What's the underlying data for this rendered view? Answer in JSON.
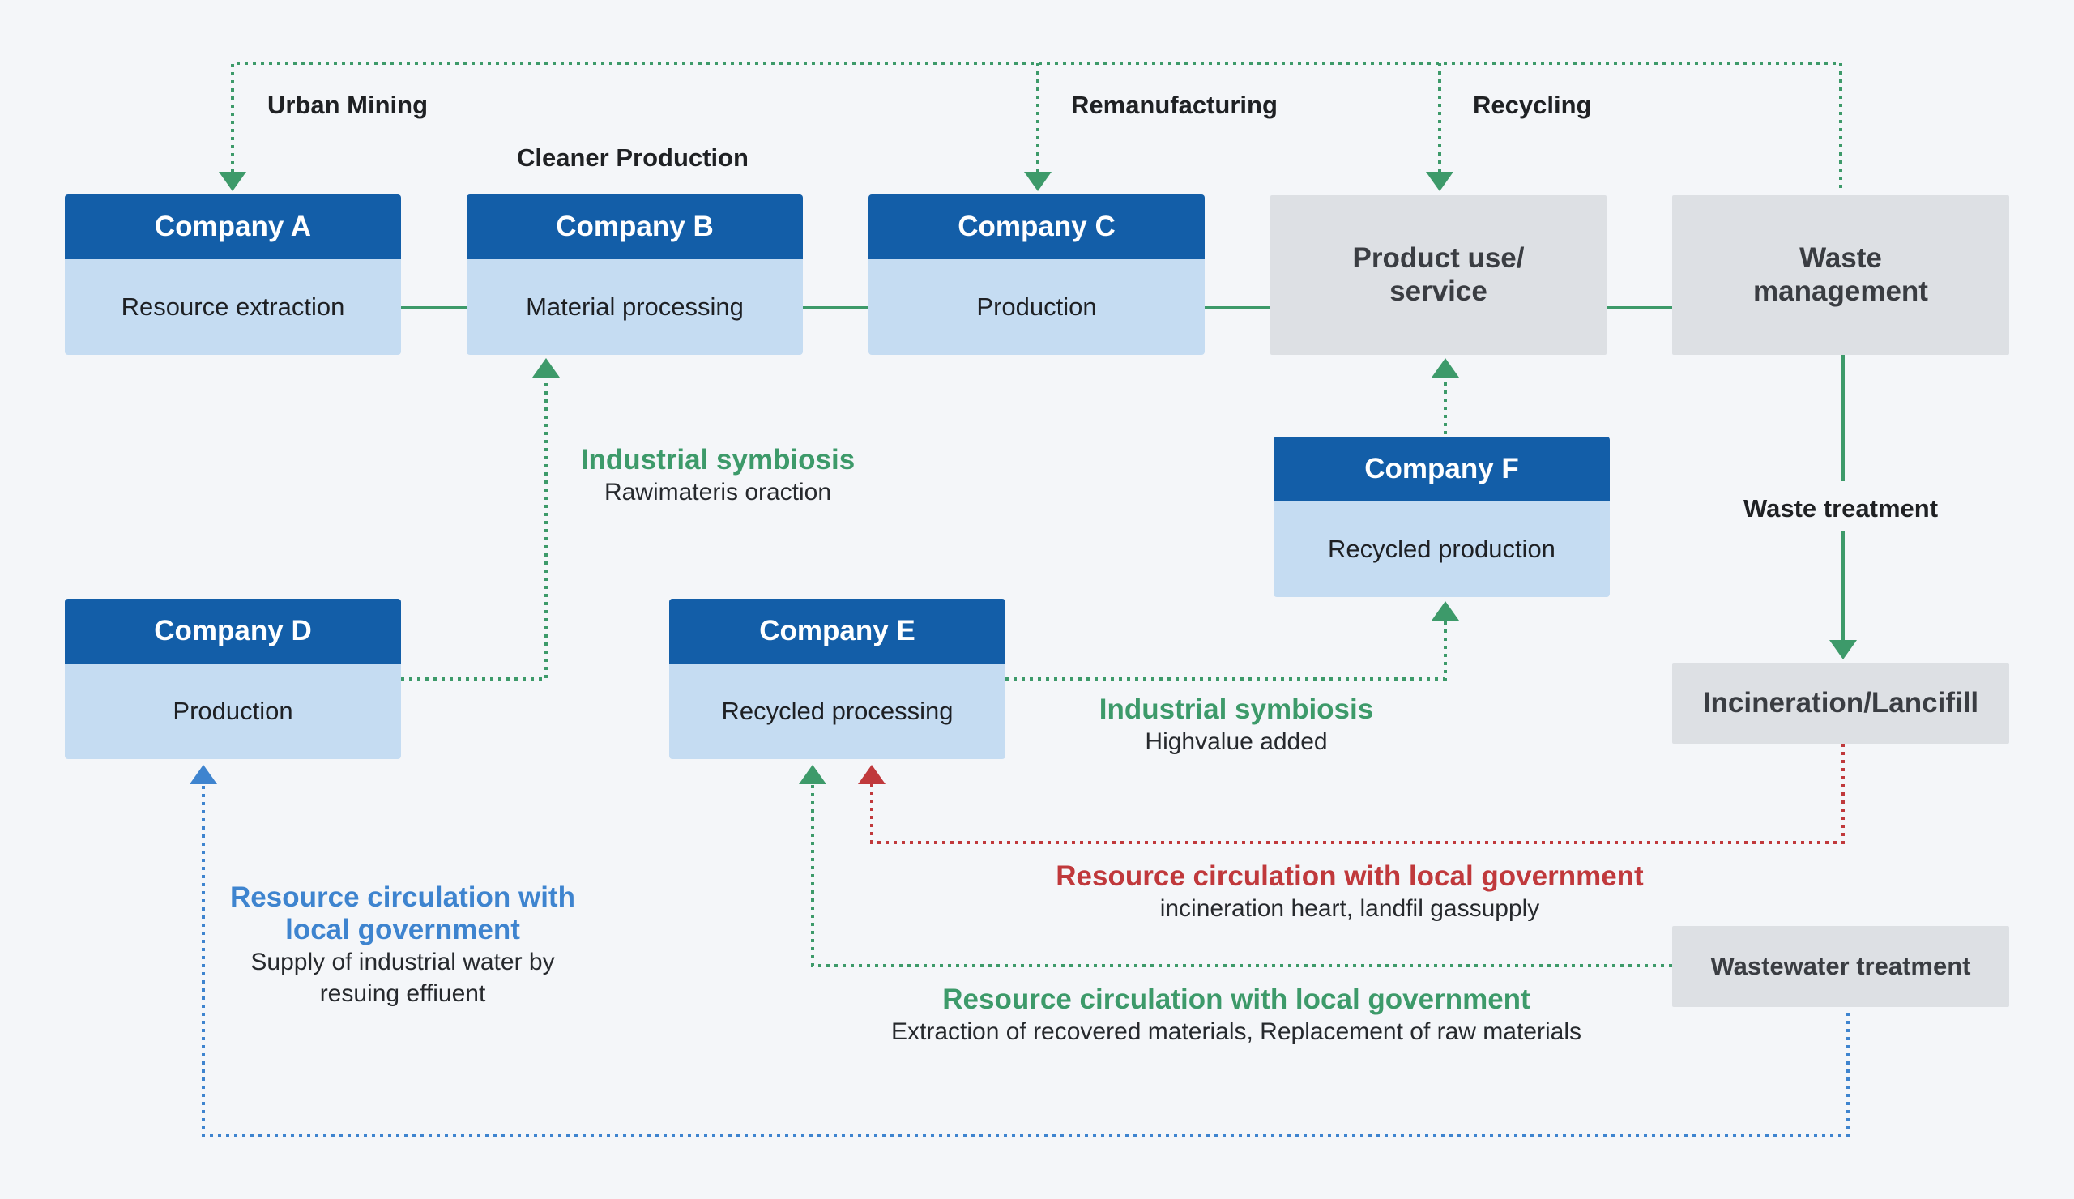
{
  "companies": {
    "a": {
      "name": "Company A",
      "role": "Resource extraction"
    },
    "b": {
      "name": "Company B",
      "role": "Material processing"
    },
    "c": {
      "name": "Company C",
      "role": "Production"
    },
    "d": {
      "name": "Company D",
      "role": "Production"
    },
    "e": {
      "name": "Company E",
      "role": "Recycled processing"
    },
    "f": {
      "name": "Company F",
      "role": "Recycled production"
    }
  },
  "stages": {
    "product_use": "Product use/\nservice",
    "waste_management": "Waste\nmanagement",
    "incineration": "Incineration/Lancifill",
    "wastewater": "Wastewater treatment"
  },
  "flow_labels": {
    "urban_mining": "Urban Mining",
    "cleaner_production": "Cleaner Production",
    "remanufacturing": "Remanufacturing",
    "recycling": "Recycling",
    "waste_treatment": "Waste treatment"
  },
  "captions": {
    "symbiosis_1": {
      "title": "Industrial symbiosis",
      "sub": "Rawimateris oraction"
    },
    "symbiosis_2": {
      "title": "Industrial symbiosis",
      "sub": "Highvalue added"
    },
    "gov_blue": {
      "title": "Resource circulation with\nlocal government",
      "sub": "Supply of industrial water by\nresuing effiuent"
    },
    "gov_red": {
      "title": "Resource circulation with local government",
      "sub": "incineration heart,  landfil gassupply"
    },
    "gov_green": {
      "title": "Resource circulation with local government",
      "sub": "Extraction of recovered materials, Replacement of raw materials"
    }
  },
  "colors": {
    "company_header": "#135ea8",
    "company_body": "#c5dcf2",
    "stage_box": "#dde0e4",
    "green": "#3d9a6a",
    "red": "#c0393c",
    "blue": "#3e84cf"
  }
}
